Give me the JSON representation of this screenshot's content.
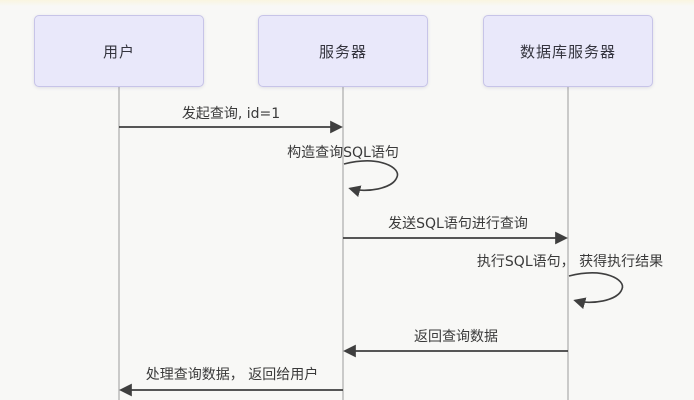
{
  "diagram": {
    "type": "sequence-diagram",
    "actors": [
      {
        "id": "user",
        "label": "用户"
      },
      {
        "id": "server",
        "label": "服务器"
      },
      {
        "id": "db",
        "label": "数据库服务器"
      }
    ],
    "messages": [
      {
        "from": "用户",
        "to": "服务器",
        "type": "arrow",
        "label": "发起查询, id=1"
      },
      {
        "from": "服务器",
        "to": "服务器",
        "type": "self-loop",
        "label": "构造查询SQL语句"
      },
      {
        "from": "服务器",
        "to": "数据库服务器",
        "type": "arrow",
        "label": "发送SQL语句进行查询"
      },
      {
        "from": "数据库服务器",
        "to": "数据库服务器",
        "type": "self-loop",
        "label": "执行SQL语句， 获得执行结果"
      },
      {
        "from": "数据库服务器",
        "to": "服务器",
        "type": "arrow",
        "label": "返回查询数据"
      },
      {
        "from": "服务器",
        "to": "用户",
        "type": "arrow",
        "label": "处理查询数据， 返回给用户"
      }
    ],
    "colors": {
      "actor_fill": "#e9e8fa",
      "actor_border": "#c7c4e8",
      "arrow_line": "#3f3f3f",
      "lifeline": "#9c9c9c",
      "text": "#3a3a3a",
      "background": "#f8f8f6",
      "top_band": "#f9f5e0"
    }
  }
}
